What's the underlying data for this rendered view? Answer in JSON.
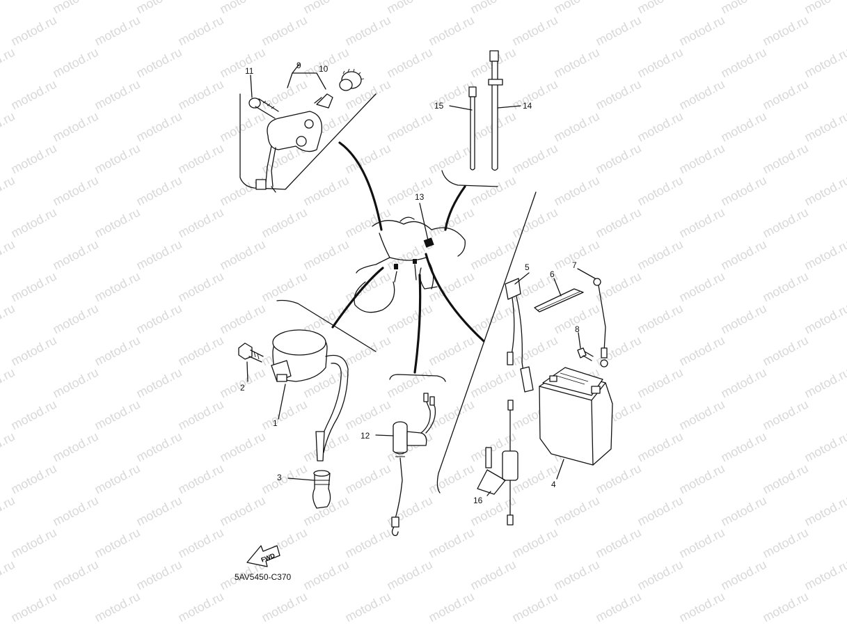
{
  "diagram": {
    "code": "5AV5450-C370",
    "fwd_label": "FWD",
    "watermark_text": "motod.ru",
    "colors": {
      "line": "#111111",
      "watermark": "#b8b8b8",
      "background": "#ffffff"
    },
    "callouts": [
      {
        "id": "1",
        "label": "1"
      },
      {
        "id": "2",
        "label": "2"
      },
      {
        "id": "3",
        "label": "3"
      },
      {
        "id": "4",
        "label": "4"
      },
      {
        "id": "5",
        "label": "5"
      },
      {
        "id": "6",
        "label": "6"
      },
      {
        "id": "7",
        "label": "7"
      },
      {
        "id": "8",
        "label": "8"
      },
      {
        "id": "9",
        "label": "9"
      },
      {
        "id": "10",
        "label": "10"
      },
      {
        "id": "11",
        "label": "11"
      },
      {
        "id": "12",
        "label": "12"
      },
      {
        "id": "13",
        "label": "13"
      },
      {
        "id": "14",
        "label": "14"
      },
      {
        "id": "15",
        "label": "15"
      },
      {
        "id": "16",
        "label": "16"
      }
    ]
  }
}
